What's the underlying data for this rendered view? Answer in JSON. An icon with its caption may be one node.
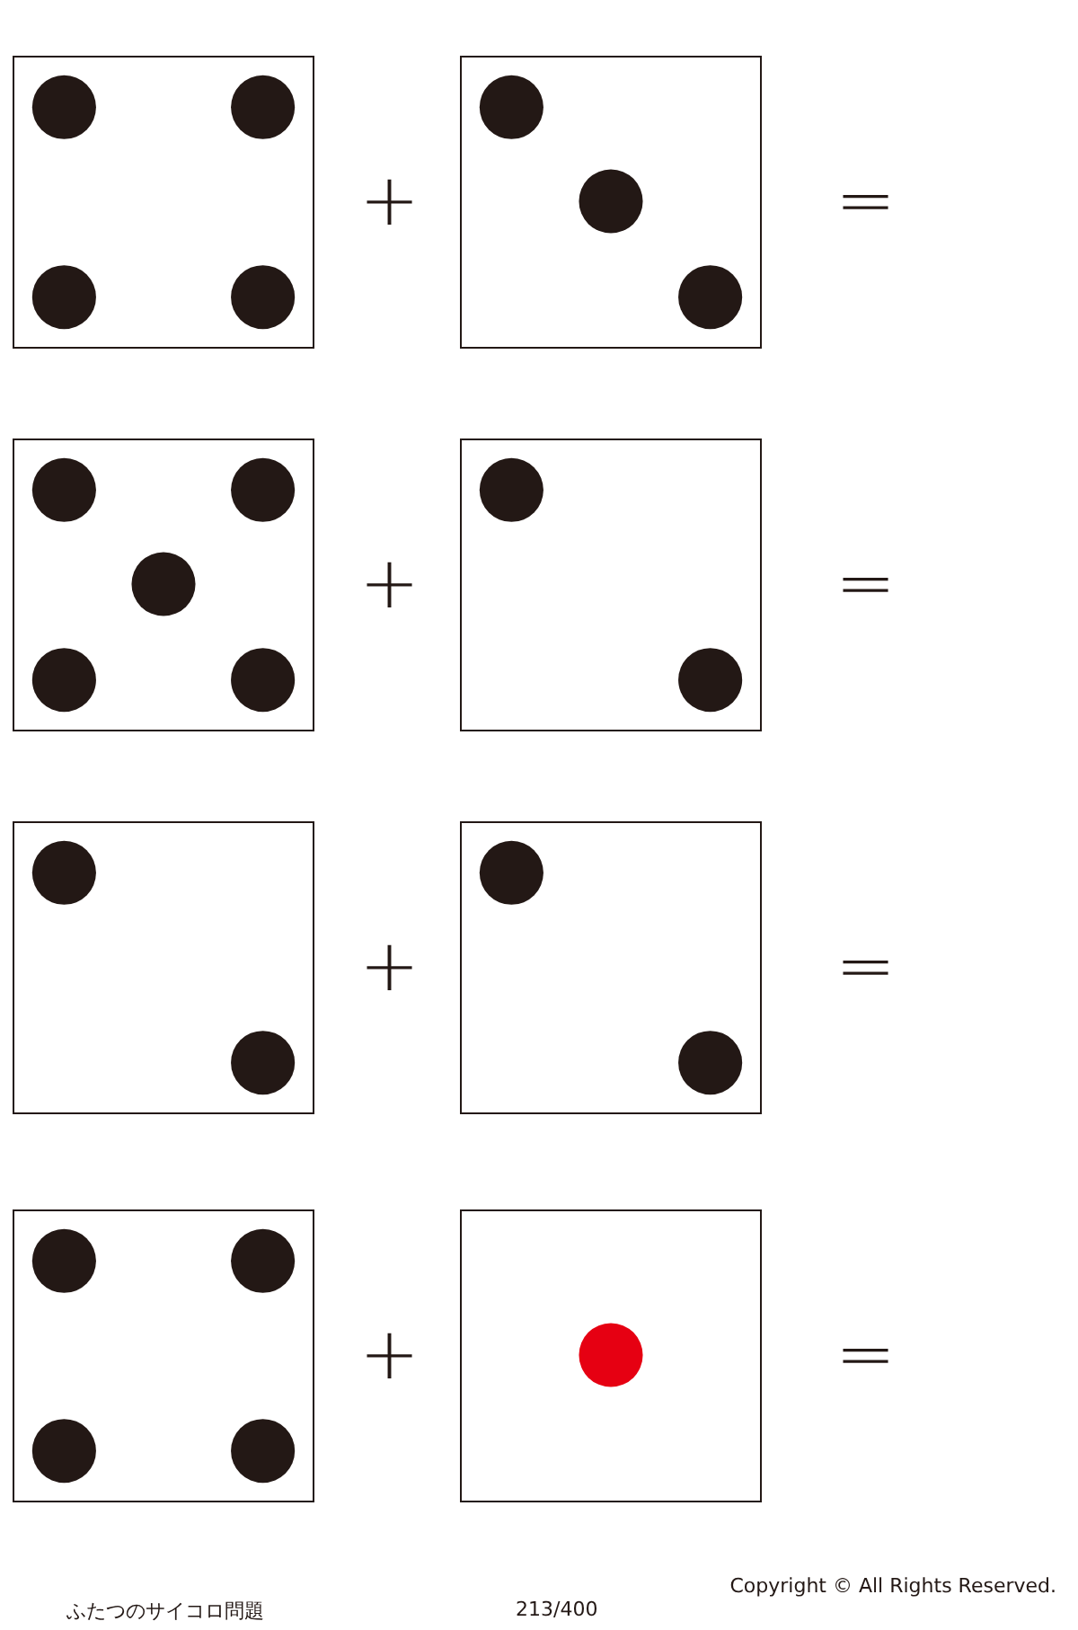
{
  "diagram": {
    "nodes": [
      {
        "text": [],
        "shape": "box"
      },
      {
        "text": [],
        "shape": "box"
      },
      {
        "text": [],
        "shape": "box"
      },
      {
        "text": [],
        "shape": "box"
      },
      {
        "text": [],
        "shape": "box"
      },
      {
        "text": [],
        "shape": "box"
      },
      {
        "text": [],
        "shape": "box"
      },
      {
        "text": [],
        "shape": "box"
      }
    ],
    "labels": [
      "+",
      "=",
      "+",
      "=",
      "+",
      "=",
      "+",
      "=",
      "ふたつのサイコロ問題",
      "213/400",
      "Copyright © All Rights Reserved."
    ]
  }
}
